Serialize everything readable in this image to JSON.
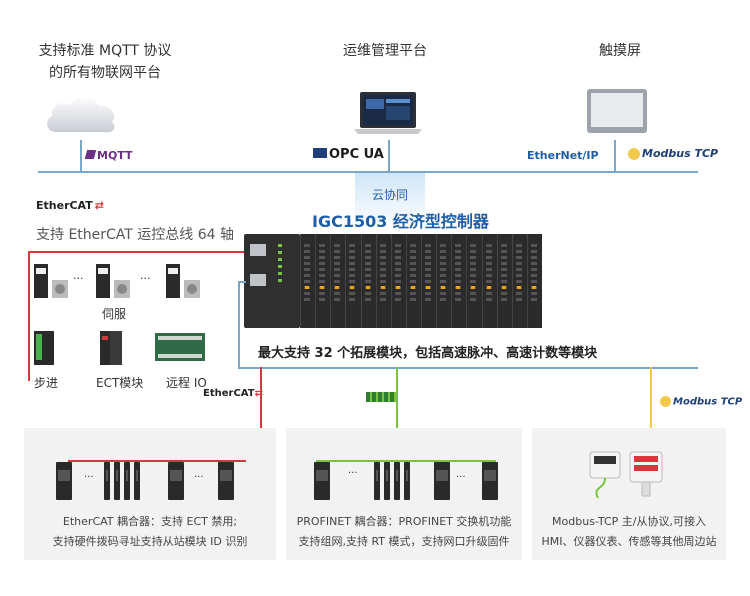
{
  "top": {
    "mqtt_platform_line1": "支持标准 MQTT 协议",
    "mqtt_platform_line2": "的所有物联网平台",
    "ops_platform": "运维管理平台",
    "touchscreen": "触摸屏"
  },
  "protocols": {
    "mqtt": "MQTT",
    "opcua": "OPC UA",
    "ethernetip": "EtherNet/IP",
    "modbus_tcp": "Modbus TCP"
  },
  "cloud": {
    "label": "云协同"
  },
  "controller": {
    "title": "IGC1503 经济型控制器",
    "expansion_note": "最大支持 32 个拓展模块，包括高速脉冲、高速计数等模块",
    "slots": 16
  },
  "ethercat": {
    "logo": "EtherCAT",
    "axis_note": "支持 EtherCAT 运控总线 64 轴",
    "servo_label": "伺服",
    "stepper_label": "步进",
    "ect_module_label": "ECT模块",
    "remote_io_label": "远程 IO",
    "ellipsis": "···"
  },
  "bottom_panels": {
    "ethercat_line1": "EtherCAT 耦合器：支持 ECT 禁用;",
    "ethercat_line2": "支持硬件拨码寻址支持从站模块 ID 识别",
    "profinet_line1": "PROFINET  耦合器：PROFINET 交换机功能",
    "profinet_line2": "支持组网,支持 RT 模式，支持网口升级固件",
    "modbus_line1": "Modbus-TCP 主/从协议,可接入",
    "modbus_line2": "HMI、仪器仪表、传感等其他周边站",
    "ellipsis": "···"
  },
  "colors": {
    "ethernet_line": "#7aa7c9",
    "ethercat_red": "#d9363e",
    "profinet_green": "#7cc242",
    "modbus_yellow": "#f2c94c",
    "title_blue": "#1f5ea8",
    "panel_bg": "#f2f2f2"
  }
}
